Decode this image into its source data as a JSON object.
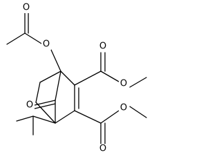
{
  "structure": {
    "atoms": {
      "o_ester_acetyl": "O",
      "o_carbonyl_acetyl": "O",
      "o_ketone": "O",
      "o_carbonyl_upper_ester": "O",
      "o_methoxy_upper_ester": "O",
      "o_carbonyl_lower_ester": "O",
      "o_methoxy_lower_ester": "O"
    }
  }
}
